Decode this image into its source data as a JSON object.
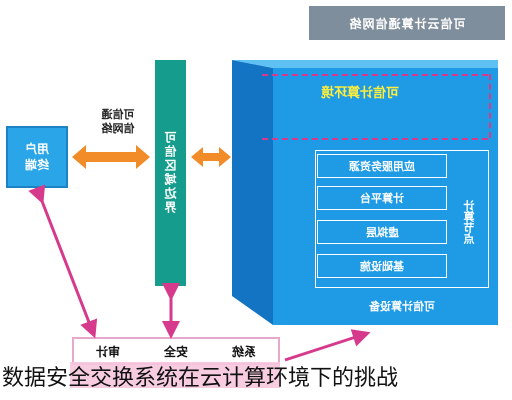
{
  "diagram": {
    "top_title": "可信云计算通信网络",
    "user_terminal": [
      "用户",
      "终端"
    ],
    "trusted_network": [
      "可信通",
      "信网络"
    ],
    "boundary": "可信区域边界",
    "cube_title": "可信计算环境",
    "layers": [
      "应用服务资源",
      "计算平台",
      "虚拟层",
      "基础设施"
    ],
    "side_label": "计算节点",
    "bottom_label": "可信计算设备",
    "audit_items": [
      "审计",
      "安全",
      "系统"
    ],
    "caption": "数据安全交换系统在云计算环境下的挑战",
    "colors": {
      "teal": "#169c8c",
      "blue": "#1f9be6",
      "magenta": "#d63a8c",
      "orange": "#f28c28",
      "yellow_text": "#ffef3a"
    }
  }
}
